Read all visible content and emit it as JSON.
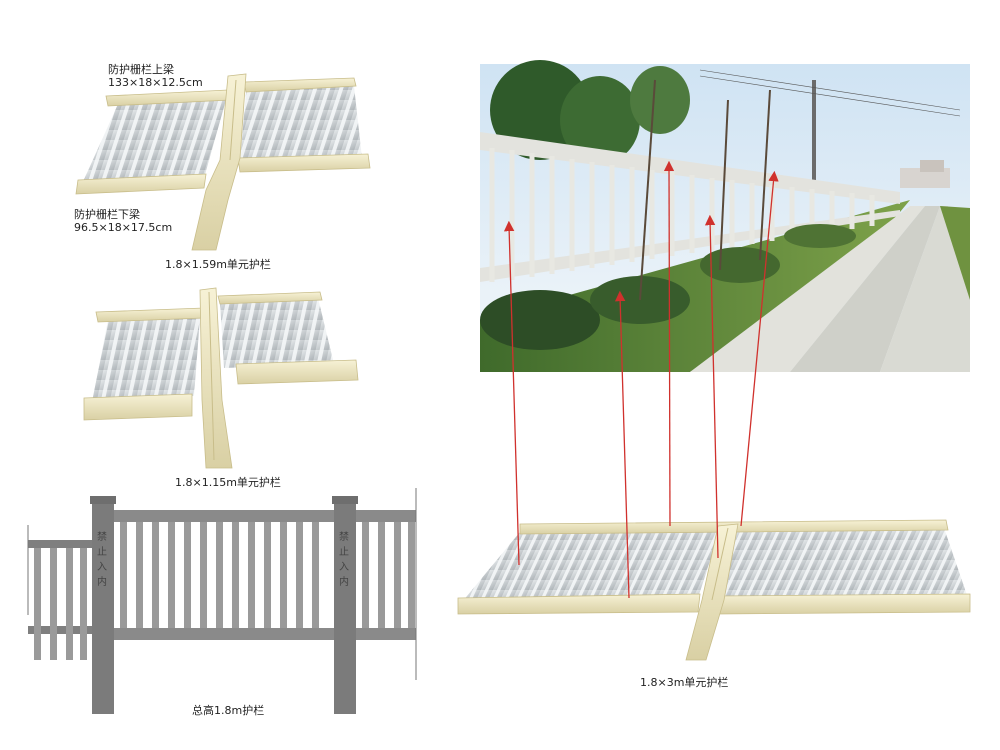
{
  "panels": {
    "panel_159": {
      "upper_beam": {
        "name": "防护栅栏上梁",
        "dims": "133×18×12.5cm"
      },
      "lower_beam": {
        "name": "防护栅栏下梁",
        "dims": "96.5×18×17.5cm"
      },
      "caption": "1.8×1.59m单元护栏"
    },
    "panel_115": {
      "caption": "1.8×1.15m单元护栏"
    },
    "elevation": {
      "caption": "总高1.8m护栏",
      "post_sign": "禁止入内"
    },
    "panel_300": {
      "caption": "1.8×3m单元护栏"
    }
  },
  "colors": {
    "beam": "#f1ebc6",
    "slab": "#d2d6d8",
    "rib": "#ffffff",
    "fence_gray": "#8f8f8f",
    "arrow": "#d0312d"
  }
}
